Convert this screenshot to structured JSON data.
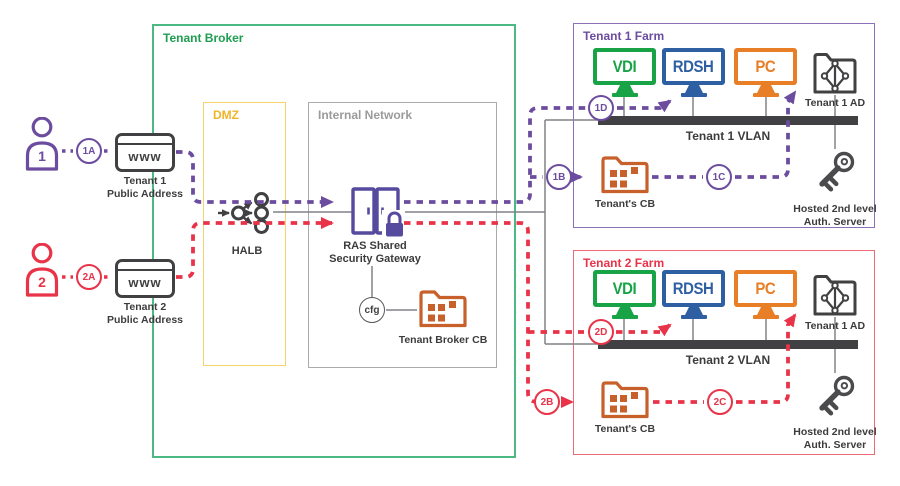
{
  "broker": {
    "title": "Tenant Broker"
  },
  "dmz": {
    "title": "DMZ"
  },
  "internal": {
    "title": "Internal Network"
  },
  "halb": {
    "label": "HALB"
  },
  "gateway": {
    "line1": "RAS Shared",
    "line2": "Security Gateway"
  },
  "cfg": {
    "label": "cfg"
  },
  "broker_cb": {
    "label": "Tenant Broker",
    "label_bold": "CB"
  },
  "users": [
    {
      "number": "1",
      "badge": "1A",
      "www": "www",
      "caption_line1": "Tenant 1",
      "caption_line2": "Public Address"
    },
    {
      "number": "2",
      "badge": "2A",
      "www": "www",
      "caption_line1": "Tenant 2",
      "caption_line2": "Public Address"
    }
  ],
  "farms": [
    {
      "title": "Tenant 1 Farm",
      "monitor_vdi": "VDI",
      "monitor_rdsh": "RDSH",
      "monitor_pc": "PC",
      "ad_caption": "Tenant 1 AD",
      "vlan_label": "Tenant 1 VLAN",
      "cb_label": "Tenant's",
      "cb_label_bold": "CB",
      "auth_line1": "Hosted 2nd level",
      "auth_line2": "Auth. Server",
      "badge_b": "1B",
      "badge_c": "1C",
      "badge_d": "1D"
    },
    {
      "title": "Tenant 2 Farm",
      "monitor_vdi": "VDI",
      "monitor_rdsh": "RDSH",
      "monitor_pc": "PC",
      "ad_caption": "Tenant 1 AD",
      "vlan_label": "Tenant 2 VLAN",
      "cb_label": "Tenant's",
      "cb_label_bold": "CB",
      "auth_line1": "Hosted 2nd level",
      "auth_line2": "Auth. Server",
      "badge_b": "2B",
      "badge_c": "2C",
      "badge_d": "2D"
    }
  ],
  "colors": {
    "purple": "#6C4C9E",
    "red": "#E83349",
    "green": "#2AA263",
    "dmz_yellow": "#F0B429",
    "gray_label": "#9B9B9B",
    "dark": "#414042",
    "vdi_green": "#17A346",
    "rdsh_blue": "#2E5FA3",
    "pc_orange": "#E87E26",
    "folder_orange": "#C7602A",
    "gateway_purple": "#564A9E",
    "vlan_bar": "#414042"
  }
}
